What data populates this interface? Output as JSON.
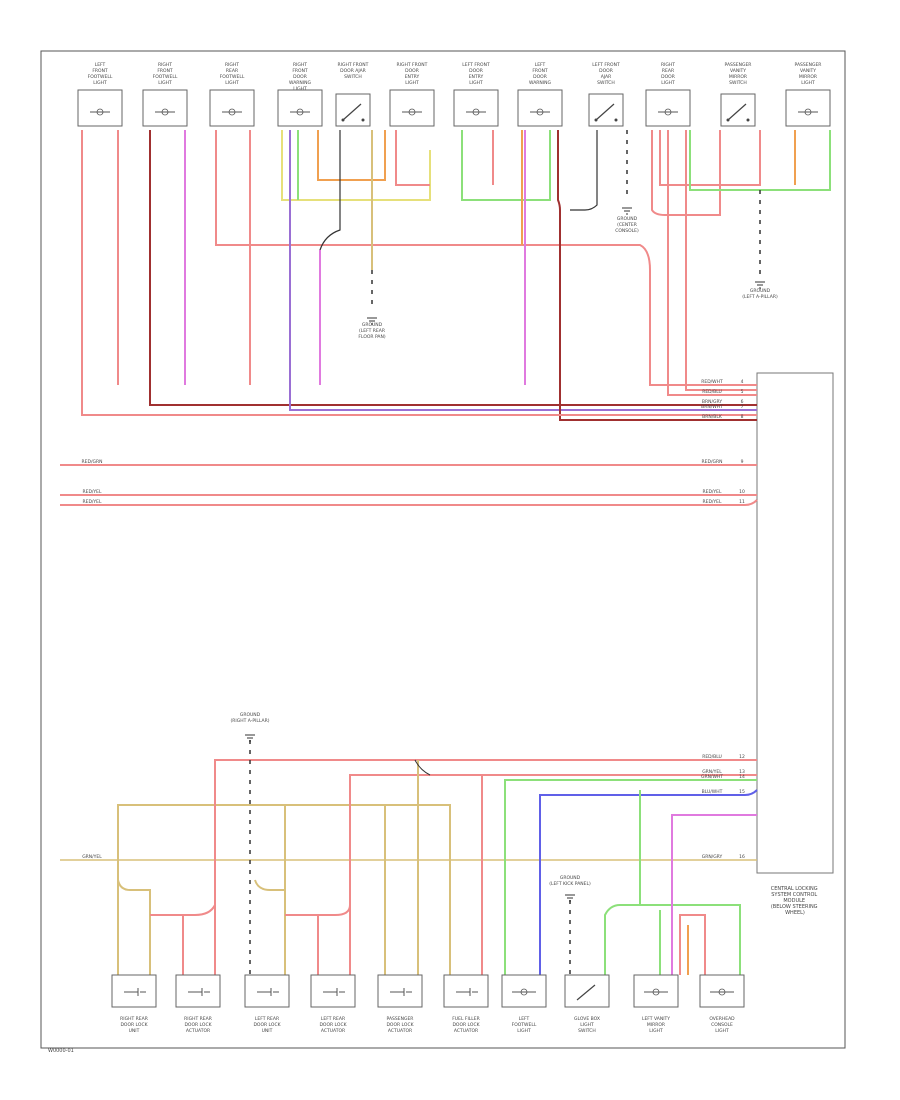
{
  "module": {
    "label_lines": [
      "CENTRAL LOCKING",
      "SYSTEM CONTROL",
      "MODULE",
      "(BELOW STEERING",
      "WHEEL)"
    ]
  },
  "top_components": [
    {
      "lines": [
        "LEFT",
        "FRONT",
        "FOOTWELL",
        "LIGHT"
      ],
      "type": "lamp"
    },
    {
      "lines": [
        "RIGHT",
        "FRONT",
        "FOOTWELL",
        "LIGHT"
      ],
      "type": "lamp"
    },
    {
      "lines": [
        "RIGHT",
        "REAR",
        "FOOTWELL",
        "LIGHT"
      ],
      "type": "lamp"
    },
    {
      "lines": [
        "RIGHT",
        "FRONT",
        "DOOR",
        "WARNING",
        "LIGHT"
      ],
      "type": "lamp"
    },
    {
      "lines": [
        "RIGHT FRONT",
        "DOOR AJAR",
        "SWITCH"
      ],
      "type": "switch"
    },
    {
      "lines": [
        "RIGHT FRONT",
        "DOOR",
        "ENTRY",
        "LIGHT"
      ],
      "type": "lamp"
    },
    {
      "lines": [
        "LEFT FRONT",
        "DOOR",
        "ENTRY",
        "LIGHT"
      ],
      "type": "lamp"
    },
    {
      "lines": [
        "LEFT",
        "FRONT",
        "DOOR",
        "WARNING"
      ],
      "type": "lamp"
    },
    {
      "lines": [
        "LEFT FRONT",
        "DOOR",
        "AJAR",
        "SWITCH"
      ],
      "type": "switch"
    },
    {
      "lines": [
        "RIGHT",
        "REAR",
        "DOOR",
        "LIGHT"
      ],
      "type": "lamp"
    },
    {
      "lines": [
        "PASSENGER",
        "VANITY",
        "MIRROR",
        "SWITCH"
      ],
      "type": "switch"
    },
    {
      "lines": [
        "PASSENGER",
        "VANITY",
        "MIRROR",
        "LIGHT"
      ],
      "type": "lamp"
    }
  ],
  "bottom_components": [
    {
      "lines": [
        "RIGHT REAR",
        "DOOR LOCK",
        "UNIT"
      ]
    },
    {
      "lines": [
        "RIGHT REAR",
        "DOOR LOCK",
        "ACTUATOR"
      ]
    },
    {
      "lines": [
        "LEFT REAR",
        "DOOR LOCK",
        "UNIT"
      ]
    },
    {
      "lines": [
        "LEFT REAR",
        "DOOR LOCK",
        "ACTUATOR"
      ]
    },
    {
      "lines": [
        "PASSENGER",
        "DOOR LOCK",
        "ACTUATOR"
      ]
    },
    {
      "lines": [
        "FUEL FILLER",
        "DOOR LOCK",
        "ACTUATOR"
      ]
    },
    {
      "lines": [
        "LEFT",
        "FOOTWELL",
        "LIGHT"
      ]
    },
    {
      "lines": [
        "GLOVE BOX",
        "LIGHT",
        "SWITCH"
      ]
    },
    {
      "lines": [
        "LEFT VANITY",
        "MIRROR",
        "LIGHT"
      ]
    },
    {
      "lines": [
        "OVERHEAD",
        "CONSOLE",
        "LIGHT"
      ]
    }
  ],
  "grounds": [
    {
      "lines": [
        "GROUND",
        "(LEFT REAR",
        "FLOOR PAN)"
      ]
    },
    {
      "lines": [
        "GROUND",
        "(CENTER",
        "CONSOLE)"
      ]
    },
    {
      "lines": [
        "GROUND",
        "(LEFT A-PILLAR)"
      ]
    },
    {
      "lines": [
        "GROUND",
        "(RIGHT A-PILLAR)"
      ]
    },
    {
      "lines": [
        "GROUND",
        "(LEFT KICK PANEL)"
      ]
    }
  ],
  "connectors": [
    {
      "label": "RED/WHT",
      "pin": "4"
    },
    {
      "label": "RED/BLU",
      "pin": "5"
    },
    {
      "label": "BRN/GRY",
      "pin": "6"
    },
    {
      "label": "BRN/WHT",
      "pin": "7"
    },
    {
      "label": "BRN/BLK",
      "pin": "8"
    },
    {
      "label": "RED/GRN",
      "pin": "9"
    },
    {
      "label": "RED/YEL",
      "pin": "10"
    },
    {
      "label": "RED/YEL",
      "pin": "11"
    },
    {
      "label": "RED/BLU",
      "pin": "12"
    },
    {
      "label": "GRN/YEL",
      "pin": "13"
    },
    {
      "label": "GRN/WHT",
      "pin": "14"
    },
    {
      "label": "BLU/WHT",
      "pin": "15"
    },
    {
      "label": "GRN/GRY",
      "pin": "16"
    }
  ],
  "bus_lines": [
    {
      "label": "RED/GRN"
    },
    {
      "label": "RED/YEL"
    },
    {
      "label": "RED/YEL"
    },
    {
      "label": "GRN/YEL"
    }
  ],
  "footer": {
    "code": "W0000-01"
  },
  "colors": {
    "red": "#f08a8a",
    "pink": "#f4a7c6",
    "magenta": "#e07adf",
    "darkred": "#a03030",
    "purple": "#9a6fd4",
    "blue": "#6060e8",
    "green": "#8ce07a",
    "yellow": "#e6e07a",
    "orange": "#f0a050",
    "tan": "#d8c07a",
    "black": "#333333"
  }
}
